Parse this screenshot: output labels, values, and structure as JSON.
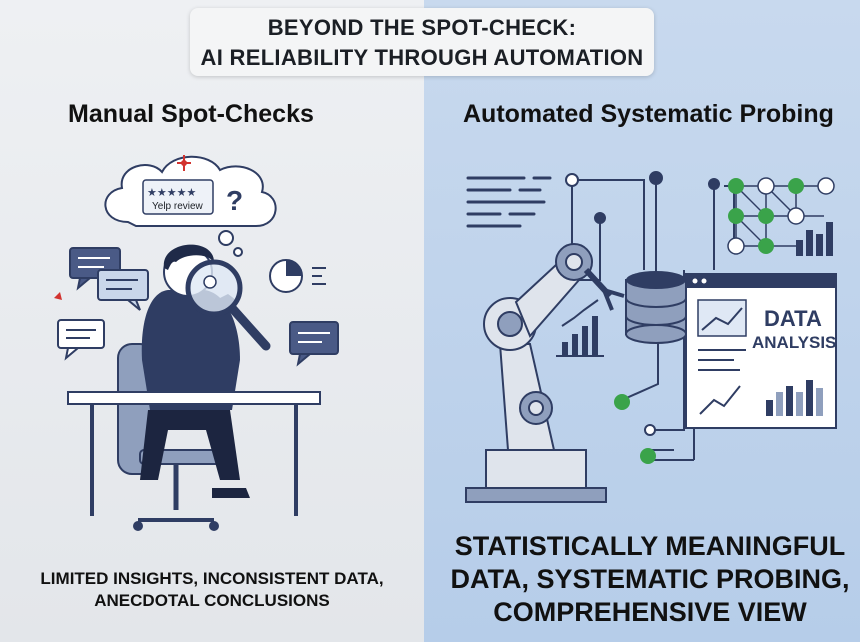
{
  "title": {
    "line1": "BEYOND THE SPOT-CHECK:",
    "line2": "AI RELIABILITY THROUGH AUTOMATION"
  },
  "left": {
    "heading": "Manual Spot-Checks",
    "bubble_text": "Yelp review",
    "bubble_mark": "?",
    "caption_line1": "LIMITED INSIGHTS, INCONSISTENT DATA,",
    "caption_line2": "ANECDOTAL CONCLUSIONS"
  },
  "right": {
    "heading": "Automated Systematic Probing",
    "dashboard_line1": "DATA",
    "dashboard_line2": "ANALYSIS",
    "caption_line1": "STATISTICALLY MEANINGFUL",
    "caption_line2": "DATA, SYSTEMATIC PROBING,",
    "caption_line3": "COMPREHENSIVE VIEW"
  },
  "colors": {
    "navy": "#2f3d63",
    "accent_green": "#3aa34a",
    "accent_red": "#d2332f",
    "left_bg": "#e6e9ed",
    "right_bg": "#bfd3ec"
  }
}
